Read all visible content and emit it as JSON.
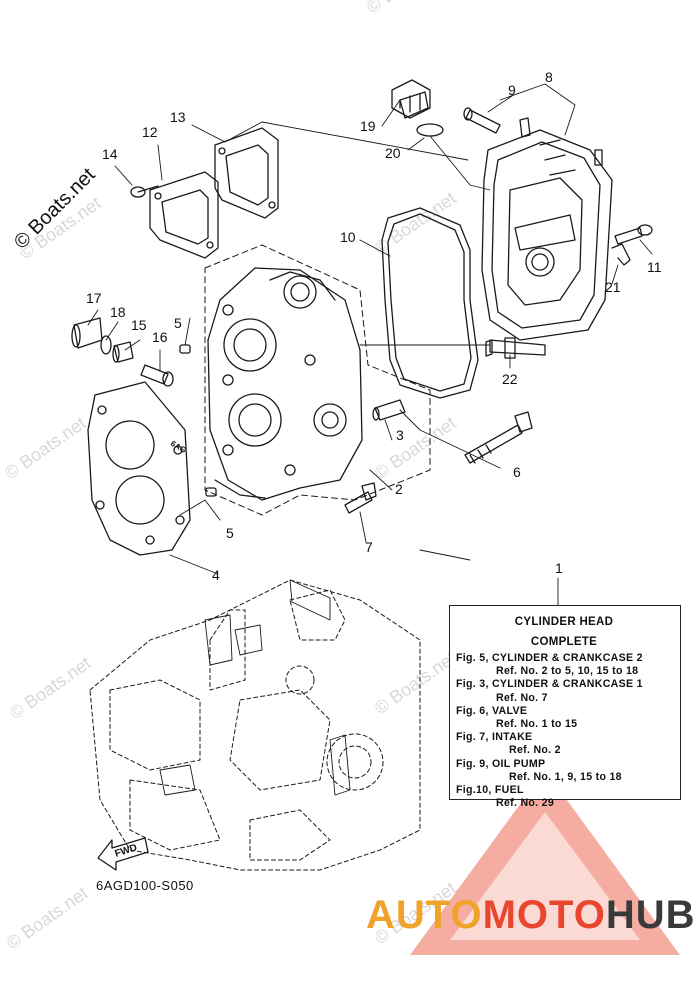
{
  "watermark": "© Boats.net",
  "fwd_label": "FWD",
  "diagram_code": "6AGD100-S050",
  "callouts": {
    "n1": "1",
    "n2": "2",
    "n3": "3",
    "n4": "4",
    "n5a": "5",
    "n5b": "5",
    "n6": "6",
    "n7": "7",
    "n8": "8",
    "n9": "9",
    "n10": "10",
    "n11": "11",
    "n12": "12",
    "n13": "13",
    "n14": "14",
    "n15": "15",
    "n16": "16",
    "n17": "17",
    "n18": "18",
    "n19": "19",
    "n20": "20",
    "n21": "21",
    "n22": "22"
  },
  "gasket_label": "6AG",
  "legend": {
    "title_1": "CYLINDER HEAD",
    "title_2": "COMPLETE",
    "rows": [
      {
        "fig": "Fig. 5, CYLINDER & CRANKCASE 2",
        "ref": "Ref. No. 2 to 5, 10, 15 to 18"
      },
      {
        "fig": "Fig. 3, CYLINDER & CRANKCASE 1",
        "ref": "Ref. No. 7"
      },
      {
        "fig": "Fig. 6, VALVE",
        "ref": "Ref. No. 1 to 15"
      },
      {
        "fig": "Fig. 7, INTAKE",
        "ref": "Ref. No. 2"
      },
      {
        "fig": "Fig. 9, OIL PUMP",
        "ref": "Ref. No. 1, 9, 15 to 18"
      },
      {
        "fig": "Fig.10, FUEL",
        "ref": "Ref. No. 29"
      }
    ]
  },
  "brand": {
    "part_1": "AUTO",
    "part_2": "MOTO",
    "part_3": "HUB",
    "colors": {
      "auto": "#f0a22a",
      "moto": "#e8462e",
      "hub": "#3a3a3a",
      "triangle": "#e8462e"
    }
  }
}
